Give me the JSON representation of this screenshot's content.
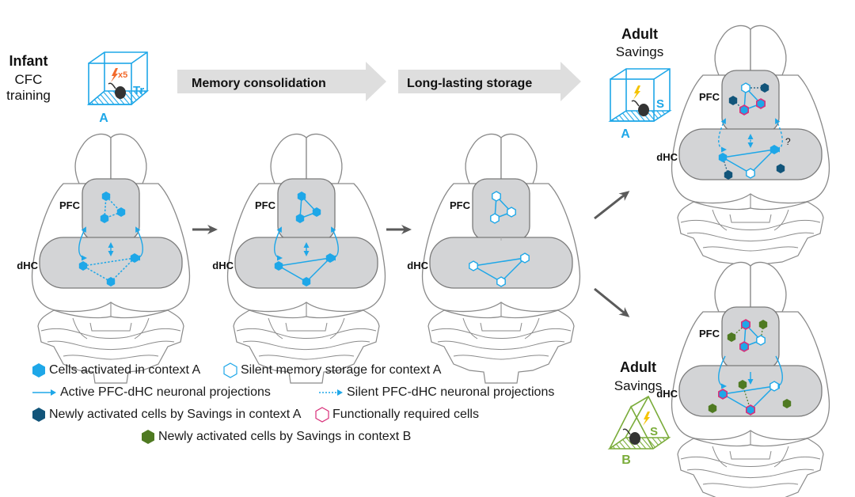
{
  "colors": {
    "active_cell": "#1ea7e8",
    "silent_cell_stroke": "#1ea7e8",
    "new_cell_A": "#12557a",
    "new_cell_B": "#4f7a22",
    "required_stroke": "#d8307a",
    "region_fill": "#d3d4d6",
    "region_stroke": "#7a7a7a",
    "brain_stroke": "#8a8a8a",
    "arrow_gray": "#5a5a5a",
    "banner_fill": "#dedede",
    "context_A": "#1ea7e8",
    "context_B": "#7aac3a",
    "shock": "#f26a2c",
    "shock_adult": "#f5c400"
  },
  "training": {
    "title": "Infant",
    "line2": "CFC",
    "line3": "training",
    "box_label": "Tr",
    "shock_label": "x5",
    "context_label": "A"
  },
  "banners": [
    {
      "label": "Memory consolidation"
    },
    {
      "label": "Long-lasting storage"
    }
  ],
  "adult_A": {
    "title": "Adult",
    "subtitle": "Savings",
    "box_label": "S",
    "context_label": "A"
  },
  "adult_B": {
    "title": "Adult",
    "subtitle": "Savings",
    "box_label": "S",
    "context_label": "B"
  },
  "regions": {
    "pfc": "PFC",
    "dhc": "dHC"
  },
  "question_mark": "?",
  "stages": [
    {
      "name": "infant-training",
      "projections": "active-bidirectional",
      "links": "dashed",
      "cells": "active"
    },
    {
      "name": "memory-consolidation",
      "projections": "active-bidirectional",
      "links": "solid",
      "cells": "active"
    },
    {
      "name": "long-lasting-storage",
      "projections": "none",
      "links": "solid",
      "cells": "silent"
    },
    {
      "name": "adult-savings-context-A",
      "projections": "silent-bidirectional",
      "links": "solid",
      "cells": "reactivated-A"
    },
    {
      "name": "adult-savings-context-B",
      "projections": "active-descending",
      "links": "solid",
      "cells": "reactivated-B"
    }
  ],
  "legend": [
    {
      "icon": "active-cell",
      "label": "Cells activated in context A"
    },
    {
      "icon": "silent-cell",
      "label": "Silent memory storage for context A"
    },
    {
      "icon": "active-projection",
      "label": "Active PFC-dHC neuronal projections"
    },
    {
      "icon": "silent-projection",
      "label": "Silent PFC-dHC neuronal projections"
    },
    {
      "icon": "new-cell-A",
      "label": "Newly activated cells by Savings in context  A"
    },
    {
      "icon": "required-cell",
      "label": "Functionally required cells"
    },
    {
      "icon": "new-cell-B",
      "label": "Newly activated cells by Savings in context B"
    }
  ]
}
